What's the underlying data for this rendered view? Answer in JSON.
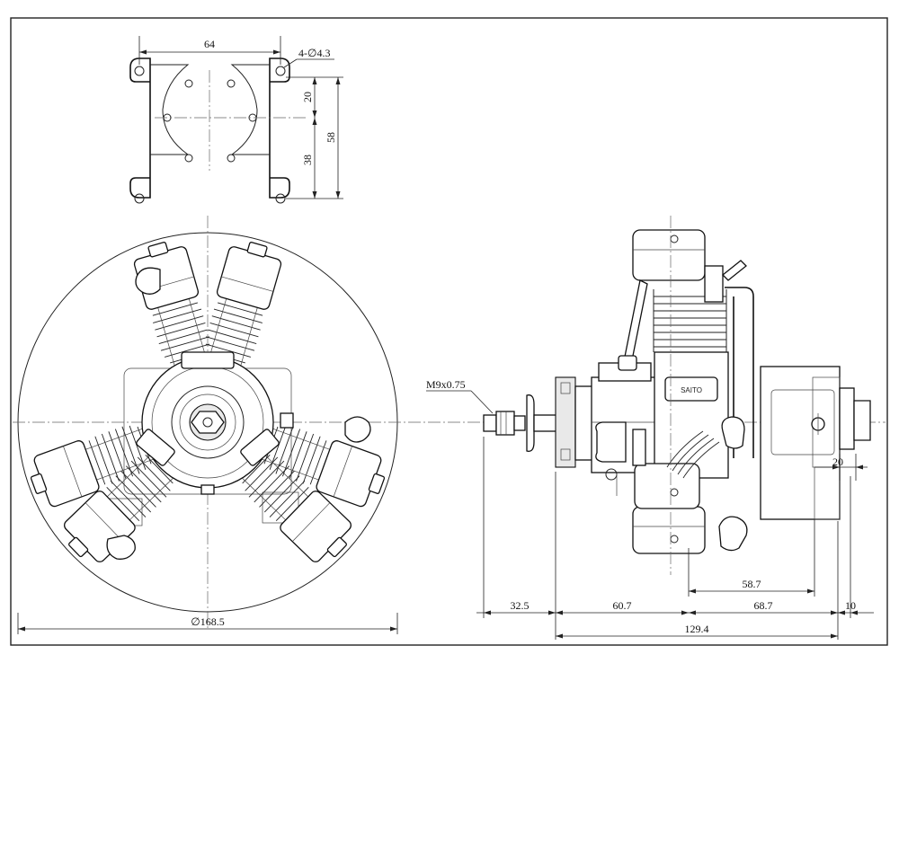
{
  "dimensions": {
    "mount_width": "64",
    "mount_holes": "4-∅4.3",
    "mount_hole_to_center": "20",
    "mount_center_to_hole": "38",
    "mount_height": "58",
    "overall_diameter": "∅168.5",
    "thread": "M9x0.75",
    "shaft_length": "32.5",
    "prop_to_center": "60.7",
    "center_to_mount": "68.7",
    "mount_flange": "10",
    "carb_offset": "20",
    "backplate_span": "58.7",
    "overall_length": "129.4"
  },
  "engine_label": "SAITO"
}
